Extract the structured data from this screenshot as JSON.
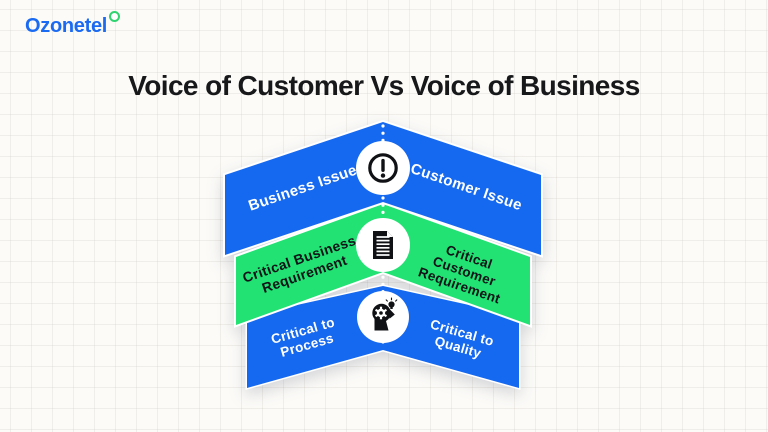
{
  "logo": {
    "brand": "Ozonetel"
  },
  "title": "Voice of Customer Vs Voice of Business",
  "colors": {
    "blue": "#1568f0",
    "green": "#22e273",
    "white": "#ffffff",
    "icon_black": "#101114",
    "dark_label_text": "#101318",
    "title_text": "#17181a",
    "logo_blue": "#1b6bf2",
    "logo_ring_green": "#2fd36f"
  },
  "diagram": {
    "rows": [
      {
        "left": "Business Issue",
        "right": "Customer Issue",
        "icon": "alert-icon"
      },
      {
        "left_lines": [
          "Critical Business",
          "Requirement"
        ],
        "right_lines": [
          "Critical",
          "Customer",
          "Requirement"
        ],
        "icon": "document-icon"
      },
      {
        "left_lines": [
          "Critical to",
          "Process"
        ],
        "right_lines": [
          "Critical to",
          "Quality"
        ],
        "icon": "thinking-head-icon"
      }
    ]
  }
}
